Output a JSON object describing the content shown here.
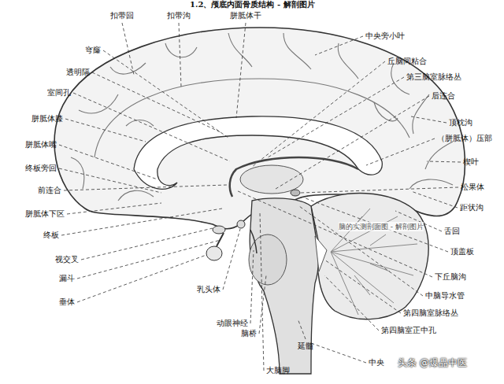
{
  "diagram": {
    "title": "1.2、颅底内面骨质结构 - 解剖图片",
    "labels": [
      "扣带回",
      "扣带沟",
      "胼胝体干",
      "中央旁小叶",
      "穹窿",
      "透明隔",
      "室间孔",
      "胼胝体膝",
      "胼胝体嘴",
      "终板旁回",
      "前连合",
      "胼胝体下区",
      "终板",
      "视交叉",
      "漏斗",
      "垂体",
      "乳头体",
      "动眼神经",
      "脑桥",
      "大脑脚",
      "延髓",
      "中央",
      "丘脑间粘合",
      "第三脑室脉络丛",
      "后连合",
      "顶枕沟",
      "（胼胝体）压部",
      "楔叶",
      "松果体",
      "距状沟",
      "舌回",
      "顶盖板",
      "下丘脑沟",
      "中脑导水管",
      "第四脑室脉络丛",
      "第四脑室正中孔",
      "脑的实测剖面图 - 解剖图片",
      "头条 @爆品中医"
    ]
  }
}
